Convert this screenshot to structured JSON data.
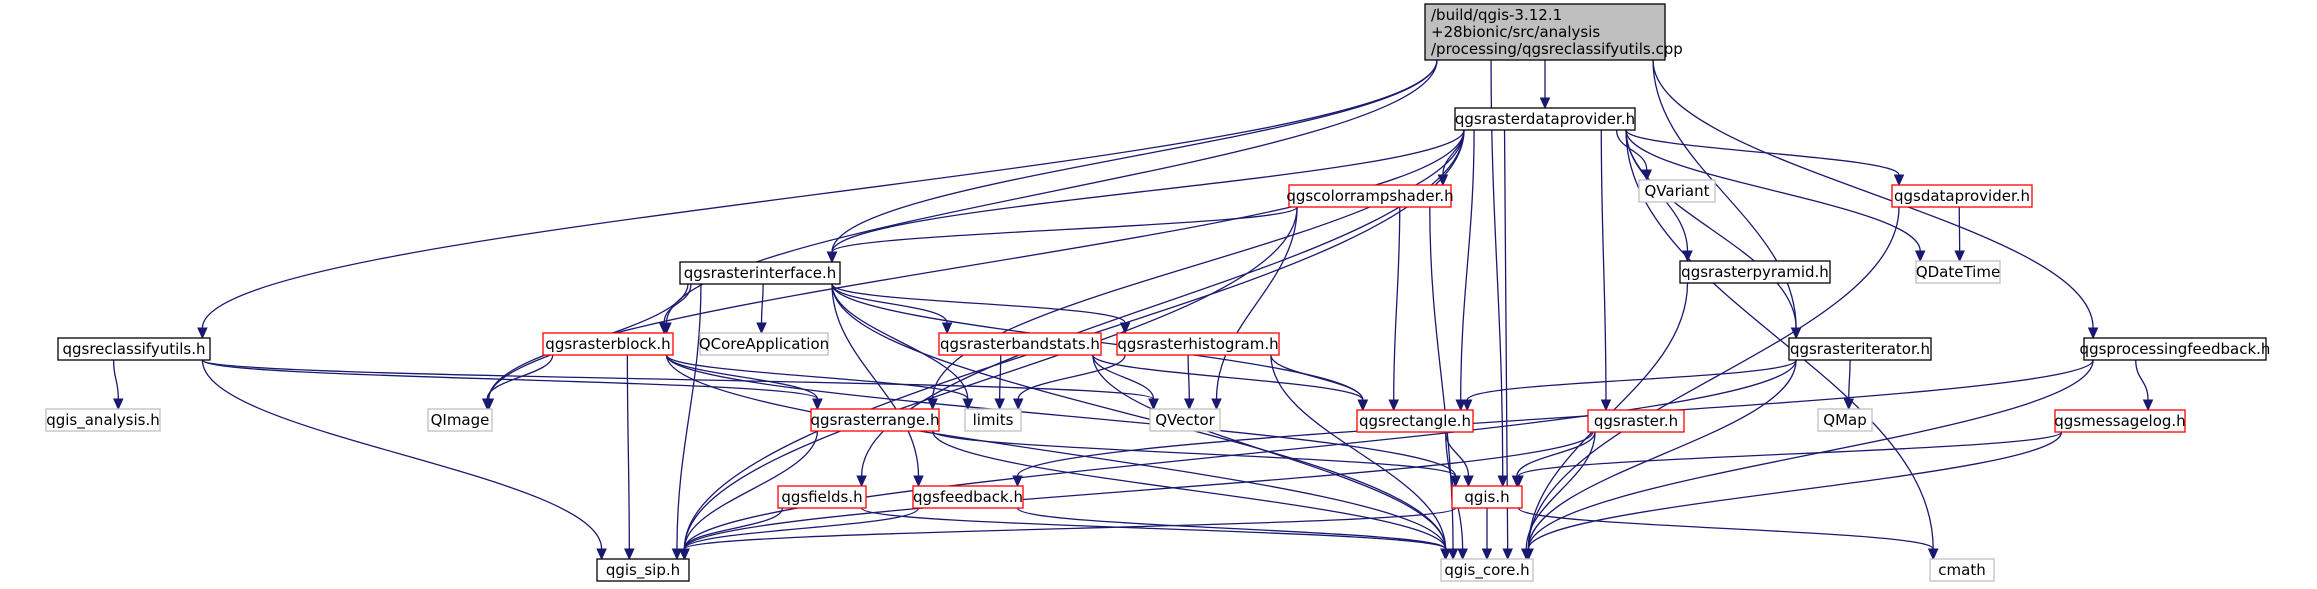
{
  "colors": {
    "edge": "#191970",
    "root_fill": "#bfbfbf",
    "root_border": "#000000",
    "documented_border": "#000000",
    "truncated_border": "#ff0000",
    "external_border": "#bfbfbf",
    "node_fill": "#ffffff"
  },
  "nodes": [
    {
      "id": "root",
      "style": "root",
      "lines": [
        "/build/qgis-3.12.1",
        "+28bionic/src/analysis",
        "/processing/qgsreclassifyutils.cpp"
      ]
    },
    {
      "id": "rasterdataprovider",
      "style": "documented",
      "lines": [
        "qgsrasterdataprovider.h"
      ]
    },
    {
      "id": "colorrampshader",
      "style": "truncated",
      "lines": [
        "qgscolorrampshader.h"
      ]
    },
    {
      "id": "qvariant",
      "style": "external",
      "lines": [
        "QVariant"
      ]
    },
    {
      "id": "dataprovider",
      "style": "truncated",
      "lines": [
        "qgsdataprovider.h"
      ]
    },
    {
      "id": "rasterinterface",
      "style": "documented",
      "lines": [
        "qgsrasterinterface.h"
      ]
    },
    {
      "id": "rasterpyramid",
      "style": "documented",
      "lines": [
        "qgsrasterpyramid.h"
      ]
    },
    {
      "id": "qdatetime",
      "style": "external",
      "lines": [
        "QDateTime"
      ]
    },
    {
      "id": "reclassifyutils",
      "style": "documented",
      "lines": [
        "qgsreclassifyutils.h"
      ]
    },
    {
      "id": "rasterblock",
      "style": "truncated",
      "lines": [
        "qgsrasterblock.h"
      ]
    },
    {
      "id": "qcoreapplication",
      "style": "external",
      "lines": [
        "QCoreApplication"
      ]
    },
    {
      "id": "rasterbandstats",
      "style": "truncated",
      "lines": [
        "qgsrasterbandstats.h"
      ]
    },
    {
      "id": "rasterhistogram",
      "style": "truncated",
      "lines": [
        "qgsrasterhistogram.h"
      ]
    },
    {
      "id": "rasteriterator",
      "style": "documented",
      "lines": [
        "qgsrasteriterator.h"
      ]
    },
    {
      "id": "processingfeedback",
      "style": "documented",
      "lines": [
        "qgsprocessingfeedback.h"
      ]
    },
    {
      "id": "qgis_analysis",
      "style": "external",
      "lines": [
        "qgis_analysis.h"
      ]
    },
    {
      "id": "qimage",
      "style": "external",
      "lines": [
        "QImage"
      ]
    },
    {
      "id": "rasterrange",
      "style": "truncated",
      "lines": [
        "qgsrasterrange.h"
      ]
    },
    {
      "id": "limits",
      "style": "external",
      "lines": [
        "limits"
      ]
    },
    {
      "id": "qvector",
      "style": "external",
      "lines": [
        "QVector"
      ]
    },
    {
      "id": "rectangle",
      "style": "truncated",
      "lines": [
        "qgsrectangle.h"
      ]
    },
    {
      "id": "raster",
      "style": "truncated",
      "lines": [
        "qgsraster.h"
      ]
    },
    {
      "id": "qmap",
      "style": "external",
      "lines": [
        "QMap"
      ]
    },
    {
      "id": "messagelog",
      "style": "truncated",
      "lines": [
        "qgsmessagelog.h"
      ]
    },
    {
      "id": "fields",
      "style": "truncated",
      "lines": [
        "qgsfields.h"
      ]
    },
    {
      "id": "feedback",
      "style": "truncated",
      "lines": [
        "qgsfeedback.h"
      ]
    },
    {
      "id": "qgis",
      "style": "truncated",
      "lines": [
        "qgis.h"
      ]
    },
    {
      "id": "qgis_sip",
      "style": "documented",
      "lines": [
        "qgis_sip.h"
      ]
    },
    {
      "id": "qgis_core",
      "style": "external",
      "lines": [
        "qgis_core.h"
      ]
    },
    {
      "id": "cmath",
      "style": "external",
      "lines": [
        "cmath"
      ]
    }
  ],
  "edges": [
    [
      "root",
      "rasterdataprovider"
    ],
    [
      "root",
      "rasterinterface"
    ],
    [
      "root",
      "reclassifyutils"
    ],
    [
      "root",
      "rasterblock"
    ],
    [
      "root",
      "rasteriterator"
    ],
    [
      "root",
      "processingfeedback"
    ],
    [
      "root",
      "qgis"
    ],
    [
      "rasterdataprovider",
      "colorrampshader"
    ],
    [
      "rasterdataprovider",
      "qvariant"
    ],
    [
      "rasterdataprovider",
      "dataprovider"
    ],
    [
      "rasterdataprovider",
      "rasterinterface"
    ],
    [
      "rasterdataprovider",
      "rasterpyramid"
    ],
    [
      "rasterdataprovider",
      "qdatetime"
    ],
    [
      "rasterdataprovider",
      "rasteriterator"
    ],
    [
      "rasterdataprovider",
      "qimage"
    ],
    [
      "rasterdataprovider",
      "rasterrange"
    ],
    [
      "rasterdataprovider",
      "rectangle"
    ],
    [
      "rasterdataprovider",
      "raster"
    ],
    [
      "rasterdataprovider",
      "fields"
    ],
    [
      "rasterdataprovider",
      "qgis_sip"
    ],
    [
      "rasterdataprovider",
      "qgis_core"
    ],
    [
      "rasterdataprovider",
      "cmath"
    ],
    [
      "colorrampshader",
      "rasterinterface"
    ],
    [
      "colorrampshader",
      "qvector"
    ],
    [
      "colorrampshader",
      "rectangle"
    ],
    [
      "colorrampshader",
      "qgis_sip"
    ],
    [
      "colorrampshader",
      "qgis_core"
    ],
    [
      "dataprovider",
      "qdatetime"
    ],
    [
      "dataprovider",
      "qgis_core"
    ],
    [
      "rasterinterface",
      "rasterblock"
    ],
    [
      "rasterinterface",
      "qcoreapplication"
    ],
    [
      "rasterinterface",
      "rasterbandstats"
    ],
    [
      "rasterinterface",
      "rasterhistogram"
    ],
    [
      "rasterinterface",
      "qimage"
    ],
    [
      "rasterinterface",
      "limits"
    ],
    [
      "rasterinterface",
      "rectangle"
    ],
    [
      "rasterinterface",
      "feedback"
    ],
    [
      "rasterinterface",
      "qgis_sip"
    ],
    [
      "rasterinterface",
      "qgis_core"
    ],
    [
      "rasterpyramid",
      "qgis_core"
    ],
    [
      "reclassifyutils",
      "qgis_analysis"
    ],
    [
      "reclassifyutils",
      "rasterrange"
    ],
    [
      "reclassifyutils",
      "qvector"
    ],
    [
      "reclassifyutils",
      "qgis_sip"
    ],
    [
      "rasterblock",
      "qimage"
    ],
    [
      "rasterblock",
      "rasterrange"
    ],
    [
      "rasterblock",
      "limits"
    ],
    [
      "rasterblock",
      "qgis"
    ],
    [
      "rasterblock",
      "qgis_sip"
    ],
    [
      "rasterblock",
      "qgis_core"
    ],
    [
      "rasterbandstats",
      "limits"
    ],
    [
      "rasterbandstats",
      "qvector"
    ],
    [
      "rasterbandstats",
      "rectangle"
    ],
    [
      "rasterbandstats",
      "qgis_core"
    ],
    [
      "rasterhistogram",
      "limits"
    ],
    [
      "rasterhistogram",
      "qvector"
    ],
    [
      "rasterhistogram",
      "rectangle"
    ],
    [
      "rasterhistogram",
      "qgis_core"
    ],
    [
      "rasteriterator",
      "rectangle"
    ],
    [
      "rasteriterator",
      "qmap"
    ],
    [
      "rasteriterator",
      "qgis_sip"
    ],
    [
      "rasteriterator",
      "qgis_core"
    ],
    [
      "processingfeedback",
      "messagelog"
    ],
    [
      "processingfeedback",
      "feedback"
    ],
    [
      "processingfeedback",
      "qgis_core"
    ],
    [
      "rasterrange",
      "qgis"
    ],
    [
      "rasterrange",
      "qgis_sip"
    ],
    [
      "rasterrange",
      "qgis_core"
    ],
    [
      "rectangle",
      "qgis"
    ],
    [
      "rectangle",
      "qgis_core"
    ],
    [
      "raster",
      "qgis"
    ],
    [
      "raster",
      "qgis_sip"
    ],
    [
      "raster",
      "qgis_core"
    ],
    [
      "messagelog",
      "qgis"
    ],
    [
      "messagelog",
      "qgis_core"
    ],
    [
      "fields",
      "qgis_sip"
    ],
    [
      "fields",
      "qgis_core"
    ],
    [
      "feedback",
      "qgis_sip"
    ],
    [
      "feedback",
      "qgis_core"
    ],
    [
      "qgis",
      "qgis_sip"
    ],
    [
      "qgis",
      "qgis_core"
    ],
    [
      "qgis",
      "cmath"
    ]
  ]
}
